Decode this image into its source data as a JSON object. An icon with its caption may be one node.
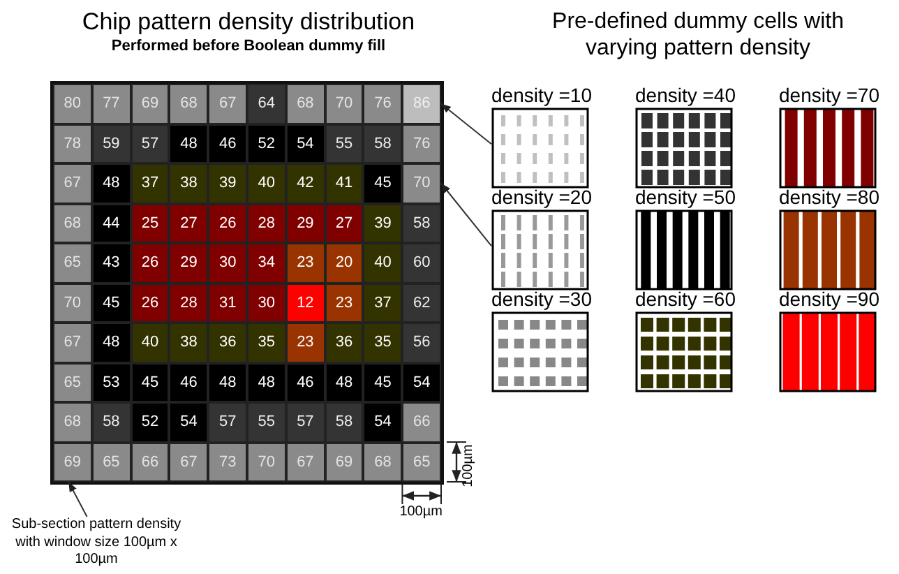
{
  "diagram": {
    "title": "Chip pattern density distribution",
    "nodes": [
      {
        "text": [
          "density =10"
        ]
      },
      {
        "text": [
          "density =40"
        ]
      },
      {
        "text": [
          "density =70"
        ]
      },
      {
        "text": [
          "density =20"
        ]
      },
      {
        "text": [
          "density =50"
        ]
      },
      {
        "text": [
          "density =80"
        ]
      },
      {
        "text": [
          "density =30"
        ]
      },
      {
        "text": [
          "density =60"
        ]
      },
      {
        "text": [
          "density =90"
        ]
      },
      {
        "text": [
          "86"
        ]
      },
      {
        "text": [
          "70"
        ]
      },
      {
        "text": [
          "69"
        ]
      },
      {
        "text": [
          "Sub-section pattern density with window size 100µm x 100µm"
        ]
      }
    ],
    "edges": [
      {
        "from": 0,
        "to": 9,
        "arrow": "to"
      },
      {
        "from": 3,
        "to": 10,
        "arrow": "to"
      },
      {
        "from": 12,
        "to": 11,
        "arrow": "to"
      }
    ],
    "labels": [
      "Performed before Boolean dummy fill",
      "Pre-defined dummy cells with varying pattern density",
      "80",
      "77",
      "69",
      "68",
      "67",
      "64",
      "68",
      "70",
      "76",
      "78",
      "59",
      "57",
      "48",
      "46",
      "52",
      "54",
      "55",
      "58",
      "76",
      "67",
      "48",
      "37",
      "38",
      "39",
      "40",
      "42",
      "41",
      "45",
      "68",
      "44",
      "25",
      "27",
      "26",
      "28",
      "29",
      "27",
      "39",
      "58",
      "65",
      "43",
      "26",
      "29",
      "30",
      "34",
      "23",
      "20",
      "40",
      "60",
      "70",
      "45",
      "26",
      "28",
      "31",
      "30",
      "12",
      "23",
      "37",
      "62",
      "67",
      "48",
      "40",
      "38",
      "36",
      "35",
      "23",
      "36",
      "35",
      "56",
      "65",
      "53",
      "45",
      "46",
      "48",
      "48",
      "46",
      "48",
      "45",
      "54",
      "68",
      "58",
      "52",
      "54",
      "57",
      "55",
      "57",
      "58",
      "54",
      "66",
      "65",
      "66",
      "67",
      "73",
      "70",
      "67",
      "69",
      "68",
      "65",
      "100µm",
      "100µm"
    ]
  }
}
